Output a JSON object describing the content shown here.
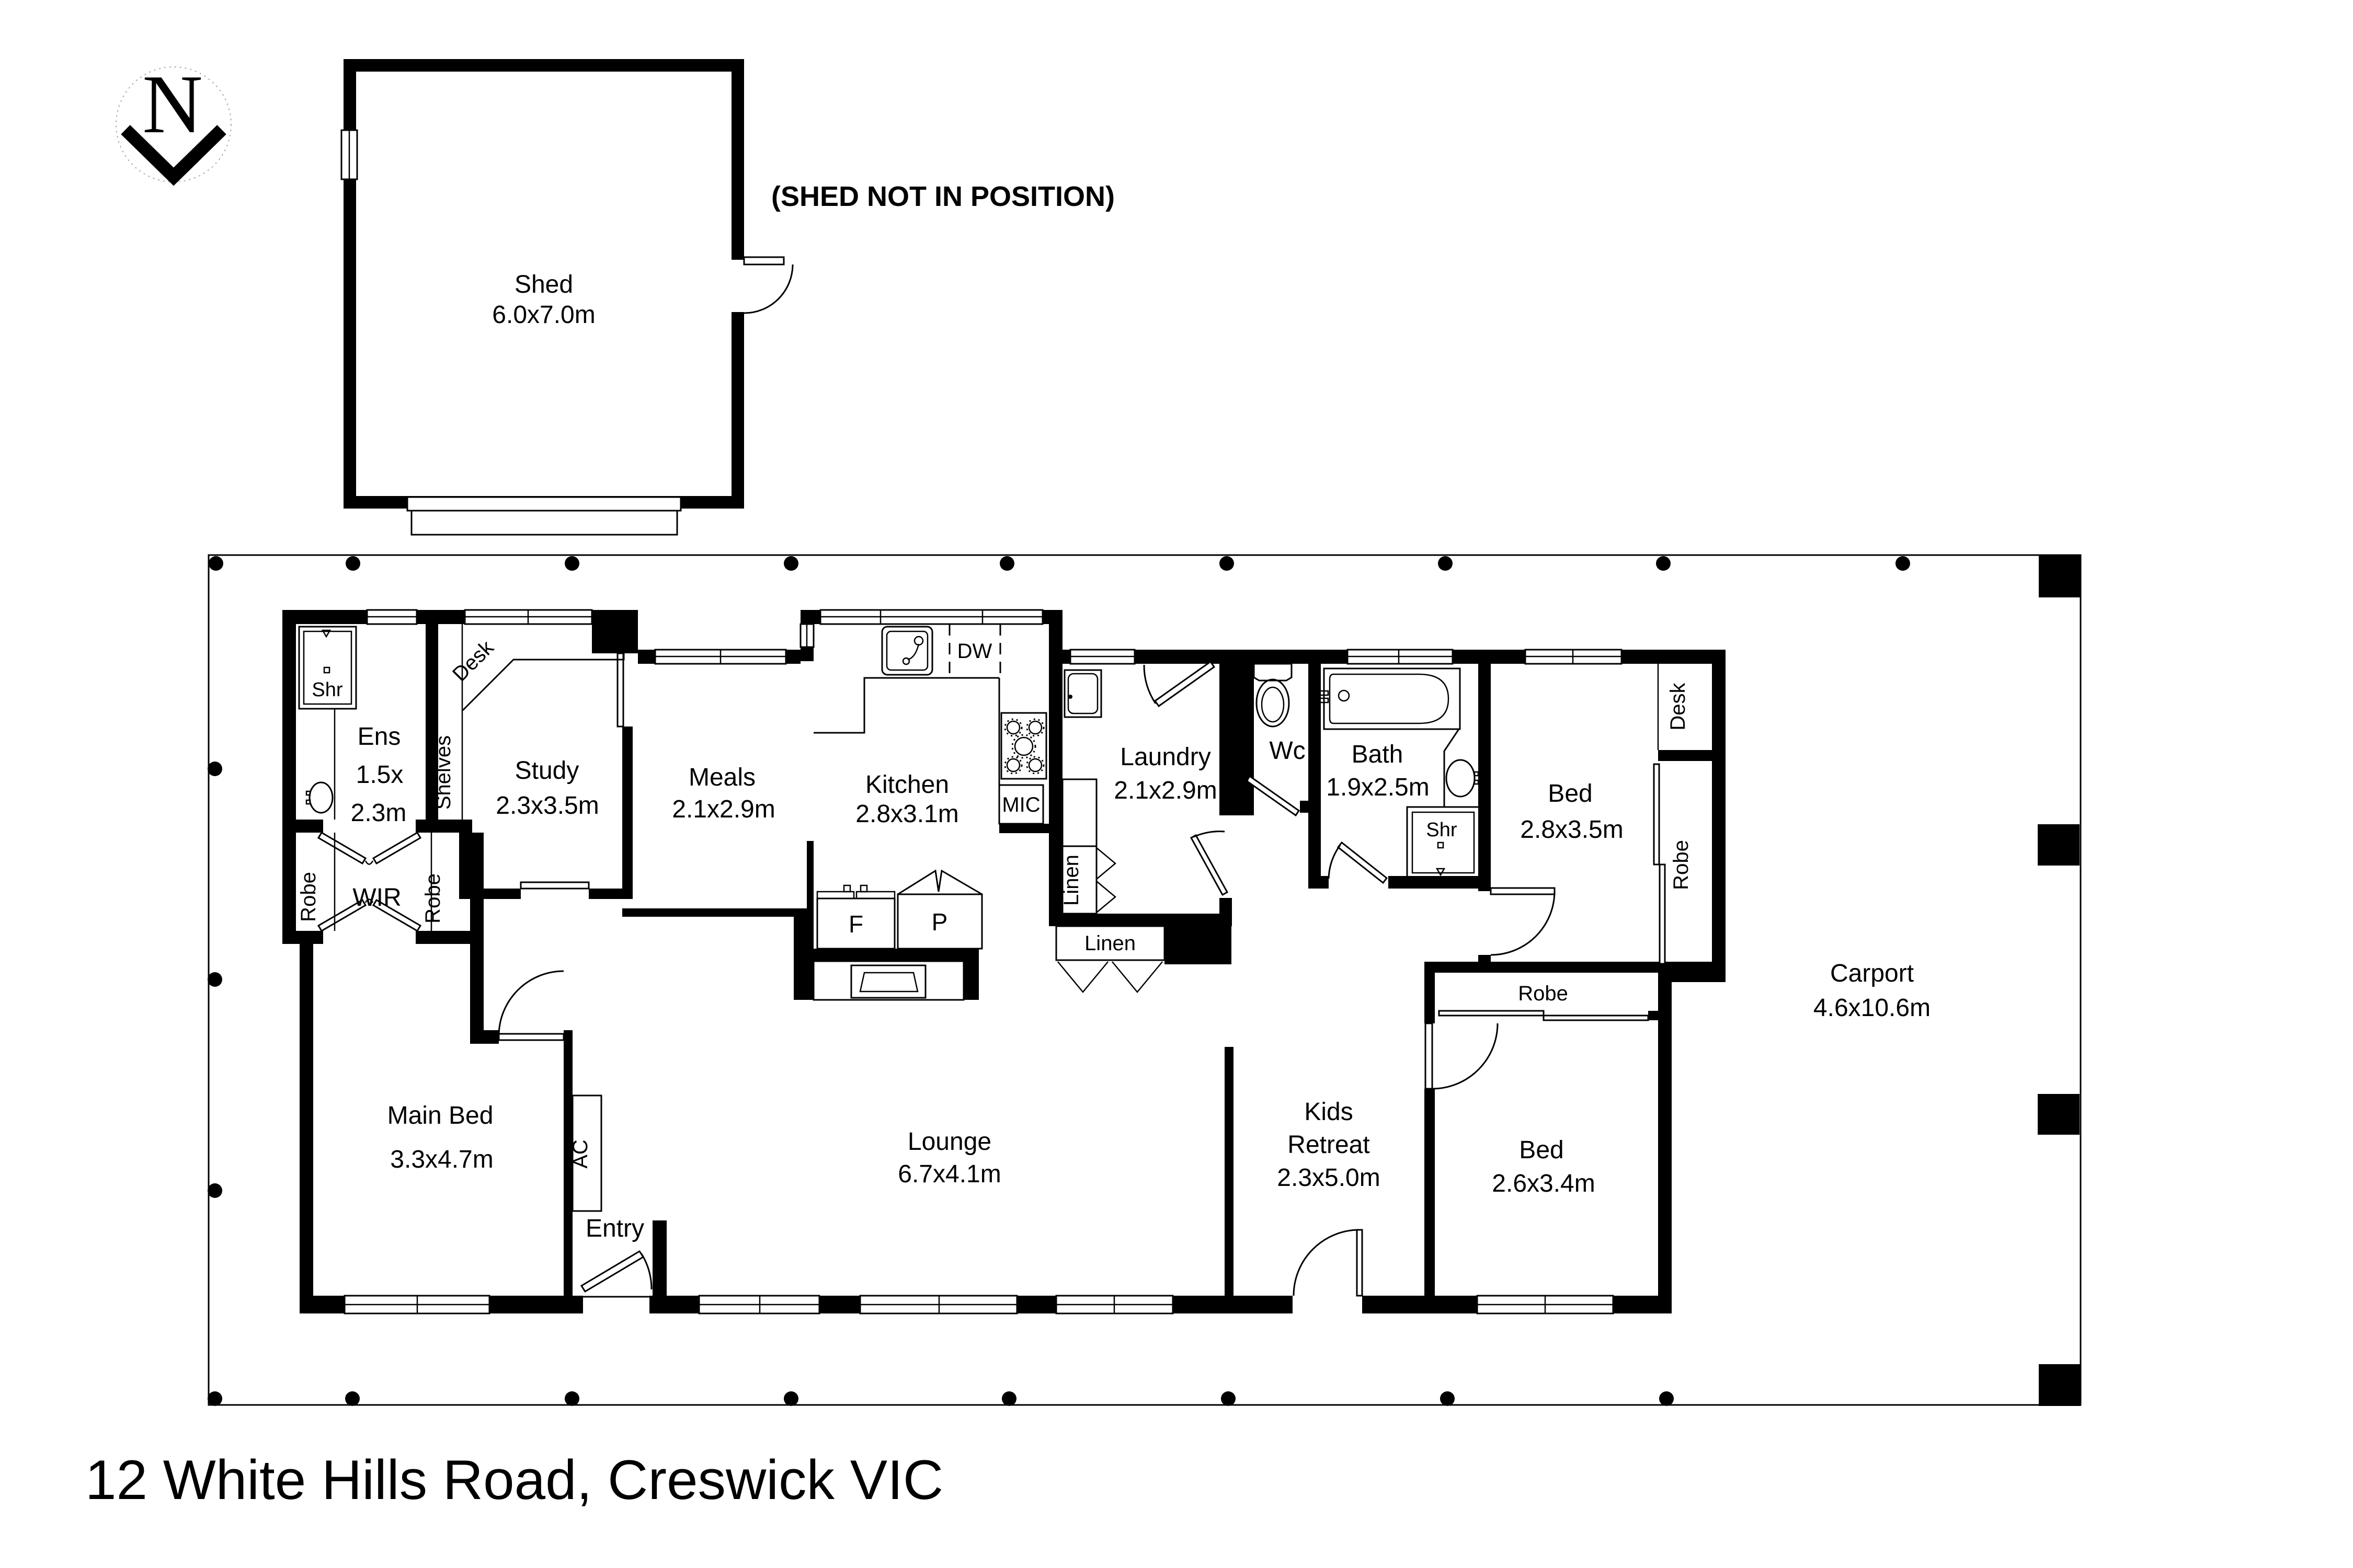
{
  "document": {
    "address": "12 White Hills Road, Creswick VIC",
    "annotation": "(SHED NOT IN POSITION)",
    "north_label": "N"
  },
  "rooms": {
    "shed": {
      "name": "Shed",
      "dims": "6.0x7.0m"
    },
    "ens": {
      "name": "Ens",
      "dims_line1": "1.5x",
      "dims_line2": "2.3m"
    },
    "study": {
      "name": "Study",
      "dims": "2.3x3.5m"
    },
    "meals": {
      "name": "Meals",
      "dims": "2.1x2.9m"
    },
    "kitchen": {
      "name": "Kitchen",
      "dims": "2.8x3.1m"
    },
    "laundry": {
      "name": "Laundry",
      "dims": "2.1x2.9m"
    },
    "wc": {
      "name": "Wc"
    },
    "bath": {
      "name": "Bath",
      "dims": "1.9x2.5m"
    },
    "bed1": {
      "name": "Bed",
      "dims": "2.8x3.5m"
    },
    "wir": {
      "name": "WIR"
    },
    "main_bed": {
      "name": "Main Bed",
      "dims": "3.3x4.7m"
    },
    "entry": {
      "name": "Entry"
    },
    "lounge": {
      "name": "Lounge",
      "dims": "6.7x4.1m"
    },
    "kids_retreat": {
      "name_line1": "Kids",
      "name_line2": "Retreat",
      "dims": "2.3x5.0m"
    },
    "bed2": {
      "name": "Bed",
      "dims": "2.6x3.4m"
    },
    "carport": {
      "name": "Carport",
      "dims": "4.6x10.6m"
    }
  },
  "fixtures": {
    "shower": "Shr",
    "desk": "Desk",
    "shelves": "Shelves",
    "robe": "Robe",
    "linen": "Linen",
    "dishwasher": "DW",
    "microwave": "MIC",
    "fridge": "F",
    "pantry": "P",
    "air_conditioner": "AC"
  },
  "colors": {
    "ink": "#000000",
    "paper": "#ffffff"
  }
}
